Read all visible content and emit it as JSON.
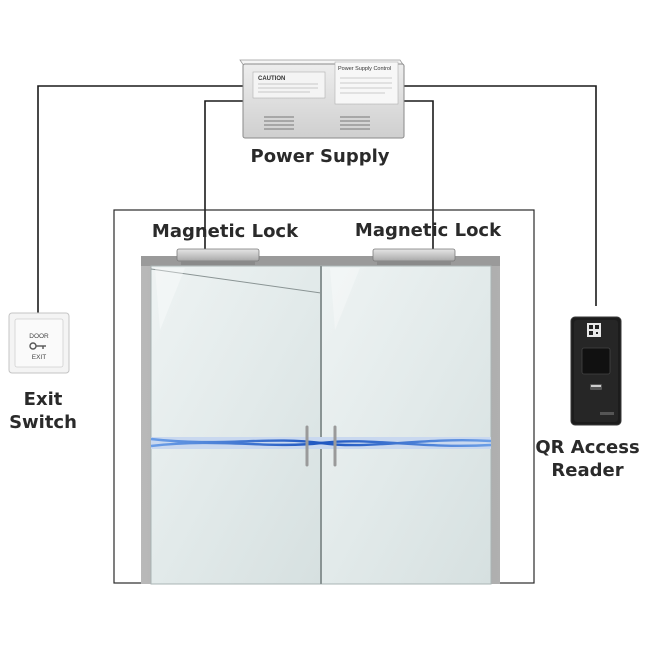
{
  "labels": {
    "power_supply": "Power Supply",
    "magnetic_lock_left": "Magnetic Lock",
    "magnetic_lock_right": "Magnetic Lock",
    "exit_switch_line1": "Exit",
    "exit_switch_line2": "Switch",
    "qr_reader_line1": "QR Access",
    "qr_reader_line2": "Reader"
  },
  "power_box": {
    "caution": "CAUTION",
    "title": "Power Supply Control"
  },
  "exit_button": {
    "top": "DOOR",
    "bottom": "EXIT"
  },
  "colors": {
    "wire": "#1a1a1a",
    "frame": "#8f8f8f",
    "glass": "#e4ecec",
    "band": "#2f6fd6",
    "reader": "#1c1c1c",
    "label": "#2a2a2a"
  }
}
